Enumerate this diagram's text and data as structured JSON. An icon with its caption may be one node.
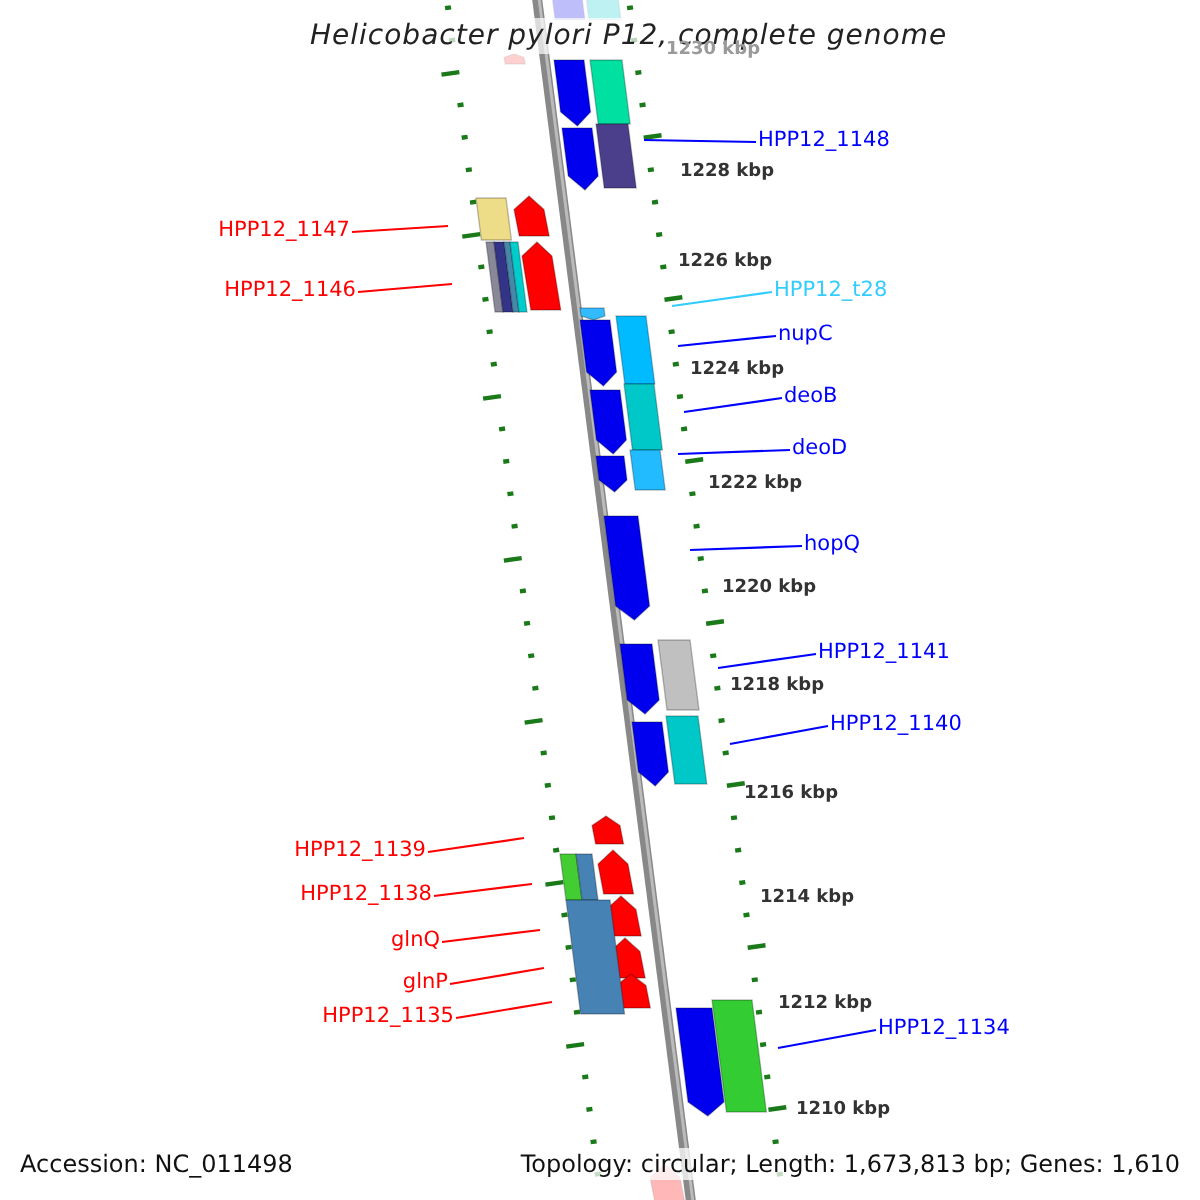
{
  "diagram": {
    "title": "Helicobacter pylori P12, complete genome",
    "nodes": [
      {
        "text": [
          "HPP12_1148"
        ]
      },
      {
        "text": [
          "HPP12_1147"
        ]
      },
      {
        "text": [
          "HPP12_1146"
        ]
      },
      {
        "text": [
          "HPP12_t28"
        ]
      },
      {
        "text": [
          "nupC"
        ]
      },
      {
        "text": [
          "deoB"
        ]
      },
      {
        "text": [
          "deoD"
        ]
      },
      {
        "text": [
          "hopQ"
        ]
      },
      {
        "text": [
          "HPP12_1141"
        ]
      },
      {
        "text": [
          "HPP12_1140"
        ]
      },
      {
        "text": [
          "HPP12_1139"
        ]
      },
      {
        "text": [
          "HPP12_1138"
        ]
      },
      {
        "text": [
          "glnQ"
        ]
      },
      {
        "text": [
          "glnP"
        ]
      },
      {
        "text": [
          "HPP12_1135"
        ]
      },
      {
        "text": [
          "HPP12_1134"
        ]
      }
    ],
    "edges": [
      {
        "from": 0,
        "to": null,
        "arrow": "none"
      },
      {
        "from": 1,
        "to": null,
        "arrow": "none",
        "color": "#ff0000"
      },
      {
        "from": 2,
        "to": null,
        "arrow": "none",
        "color": "#ff0000"
      },
      {
        "from": 3,
        "to": null,
        "arrow": "none",
        "color": "#33ccff"
      },
      {
        "from": 4,
        "to": null,
        "arrow": "none"
      },
      {
        "from": 5,
        "to": null,
        "arrow": "none"
      },
      {
        "from": 6,
        "to": null,
        "arrow": "none"
      },
      {
        "from": 7,
        "to": null,
        "arrow": "none"
      },
      {
        "from": 8,
        "to": null,
        "arrow": "none"
      },
      {
        "from": 9,
        "to": null,
        "arrow": "none"
      },
      {
        "from": 10,
        "to": null,
        "arrow": "none",
        "color": "#ff0000"
      },
      {
        "from": 11,
        "to": null,
        "arrow": "none",
        "color": "#ff0000"
      },
      {
        "from": 12,
        "to": null,
        "arrow": "none",
        "color": "#ff0000"
      },
      {
        "from": 13,
        "to": null,
        "arrow": "none",
        "color": "#ff0000"
      },
      {
        "from": 14,
        "to": null,
        "arrow": "none",
        "color": "#ff0000"
      },
      {
        "from": 15,
        "to": null,
        "arrow": "none"
      }
    ],
    "labels": [
      "1230 kbp",
      "1228 kbp",
      "1226 kbp",
      "1224 kbp",
      "1222 kbp",
      "1220 kbp",
      "1218 kbp",
      "1216 kbp",
      "1214 kbp",
      "1212 kbp",
      "1210 kbp",
      "Accession: NC_011498",
      "Topology: circular; Length: 1,673,813 bp; Genes: 1,610"
    ]
  }
}
